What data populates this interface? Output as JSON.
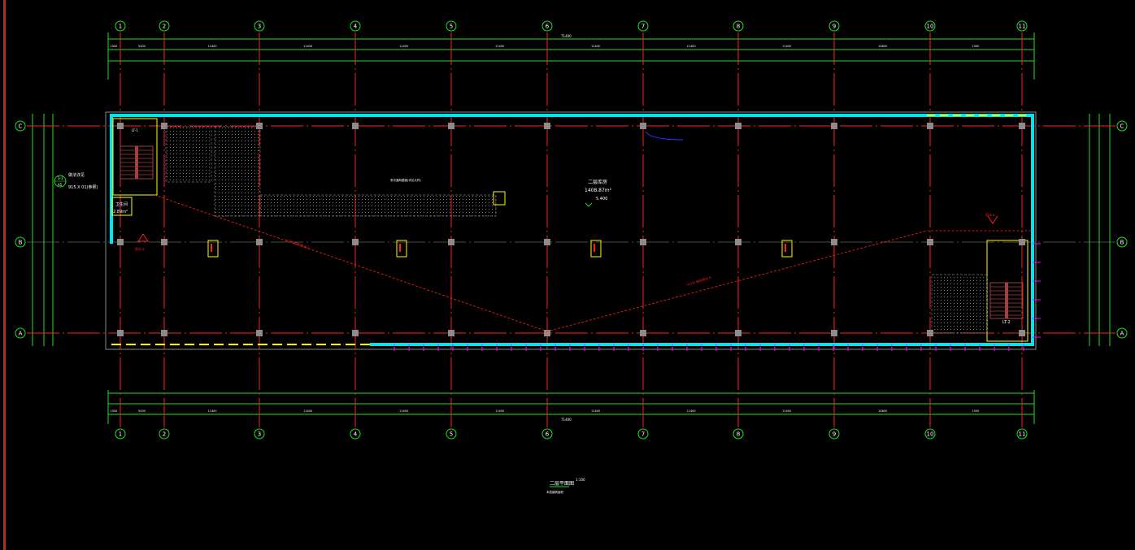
{
  "drawing": {
    "title": "二层平面图",
    "scale": "1:100",
    "subtitle": "本层建筑面积",
    "grid_columns": [
      "1",
      "2",
      "3",
      "4",
      "5",
      "6",
      "7",
      "8",
      "9",
      "10",
      "11"
    ],
    "grid_rows": [
      "C",
      "B",
      "A"
    ],
    "overall_dimension": "71400",
    "top_spans": [
      "1500",
      "5400",
      "11400",
      "11400",
      "11400",
      "11400",
      "11400",
      "11400",
      "11400",
      "10800",
      "1500"
    ],
    "room": {
      "name": "二层库房",
      "area": "1408.87m²",
      "elevation": "5.400"
    },
    "stair_left_label": "LT-1",
    "stair_right_label": "LT-2",
    "small_room": {
      "name": "卫生间",
      "area": "2.89m²"
    },
    "detail_ref": {
      "top": "3-1",
      "bottom": "A5",
      "note": "做法详见",
      "spec": "915.X 01(参照)"
    },
    "slope_note_left": "i=1% 坡向雨水斗",
    "slope_note_right": "i=1% 坡向雨水斗",
    "hatch_note": "采光通风屋面(详见大样)",
    "roof_label": "雨水斗",
    "colors": {
      "axis": "#ff2020",
      "dim": "#20e020",
      "wall": "#00e5ee",
      "column": "#8c8c8c",
      "stair": "#a04040",
      "door": "#ffff00",
      "accent": "#ff00ff"
    }
  }
}
